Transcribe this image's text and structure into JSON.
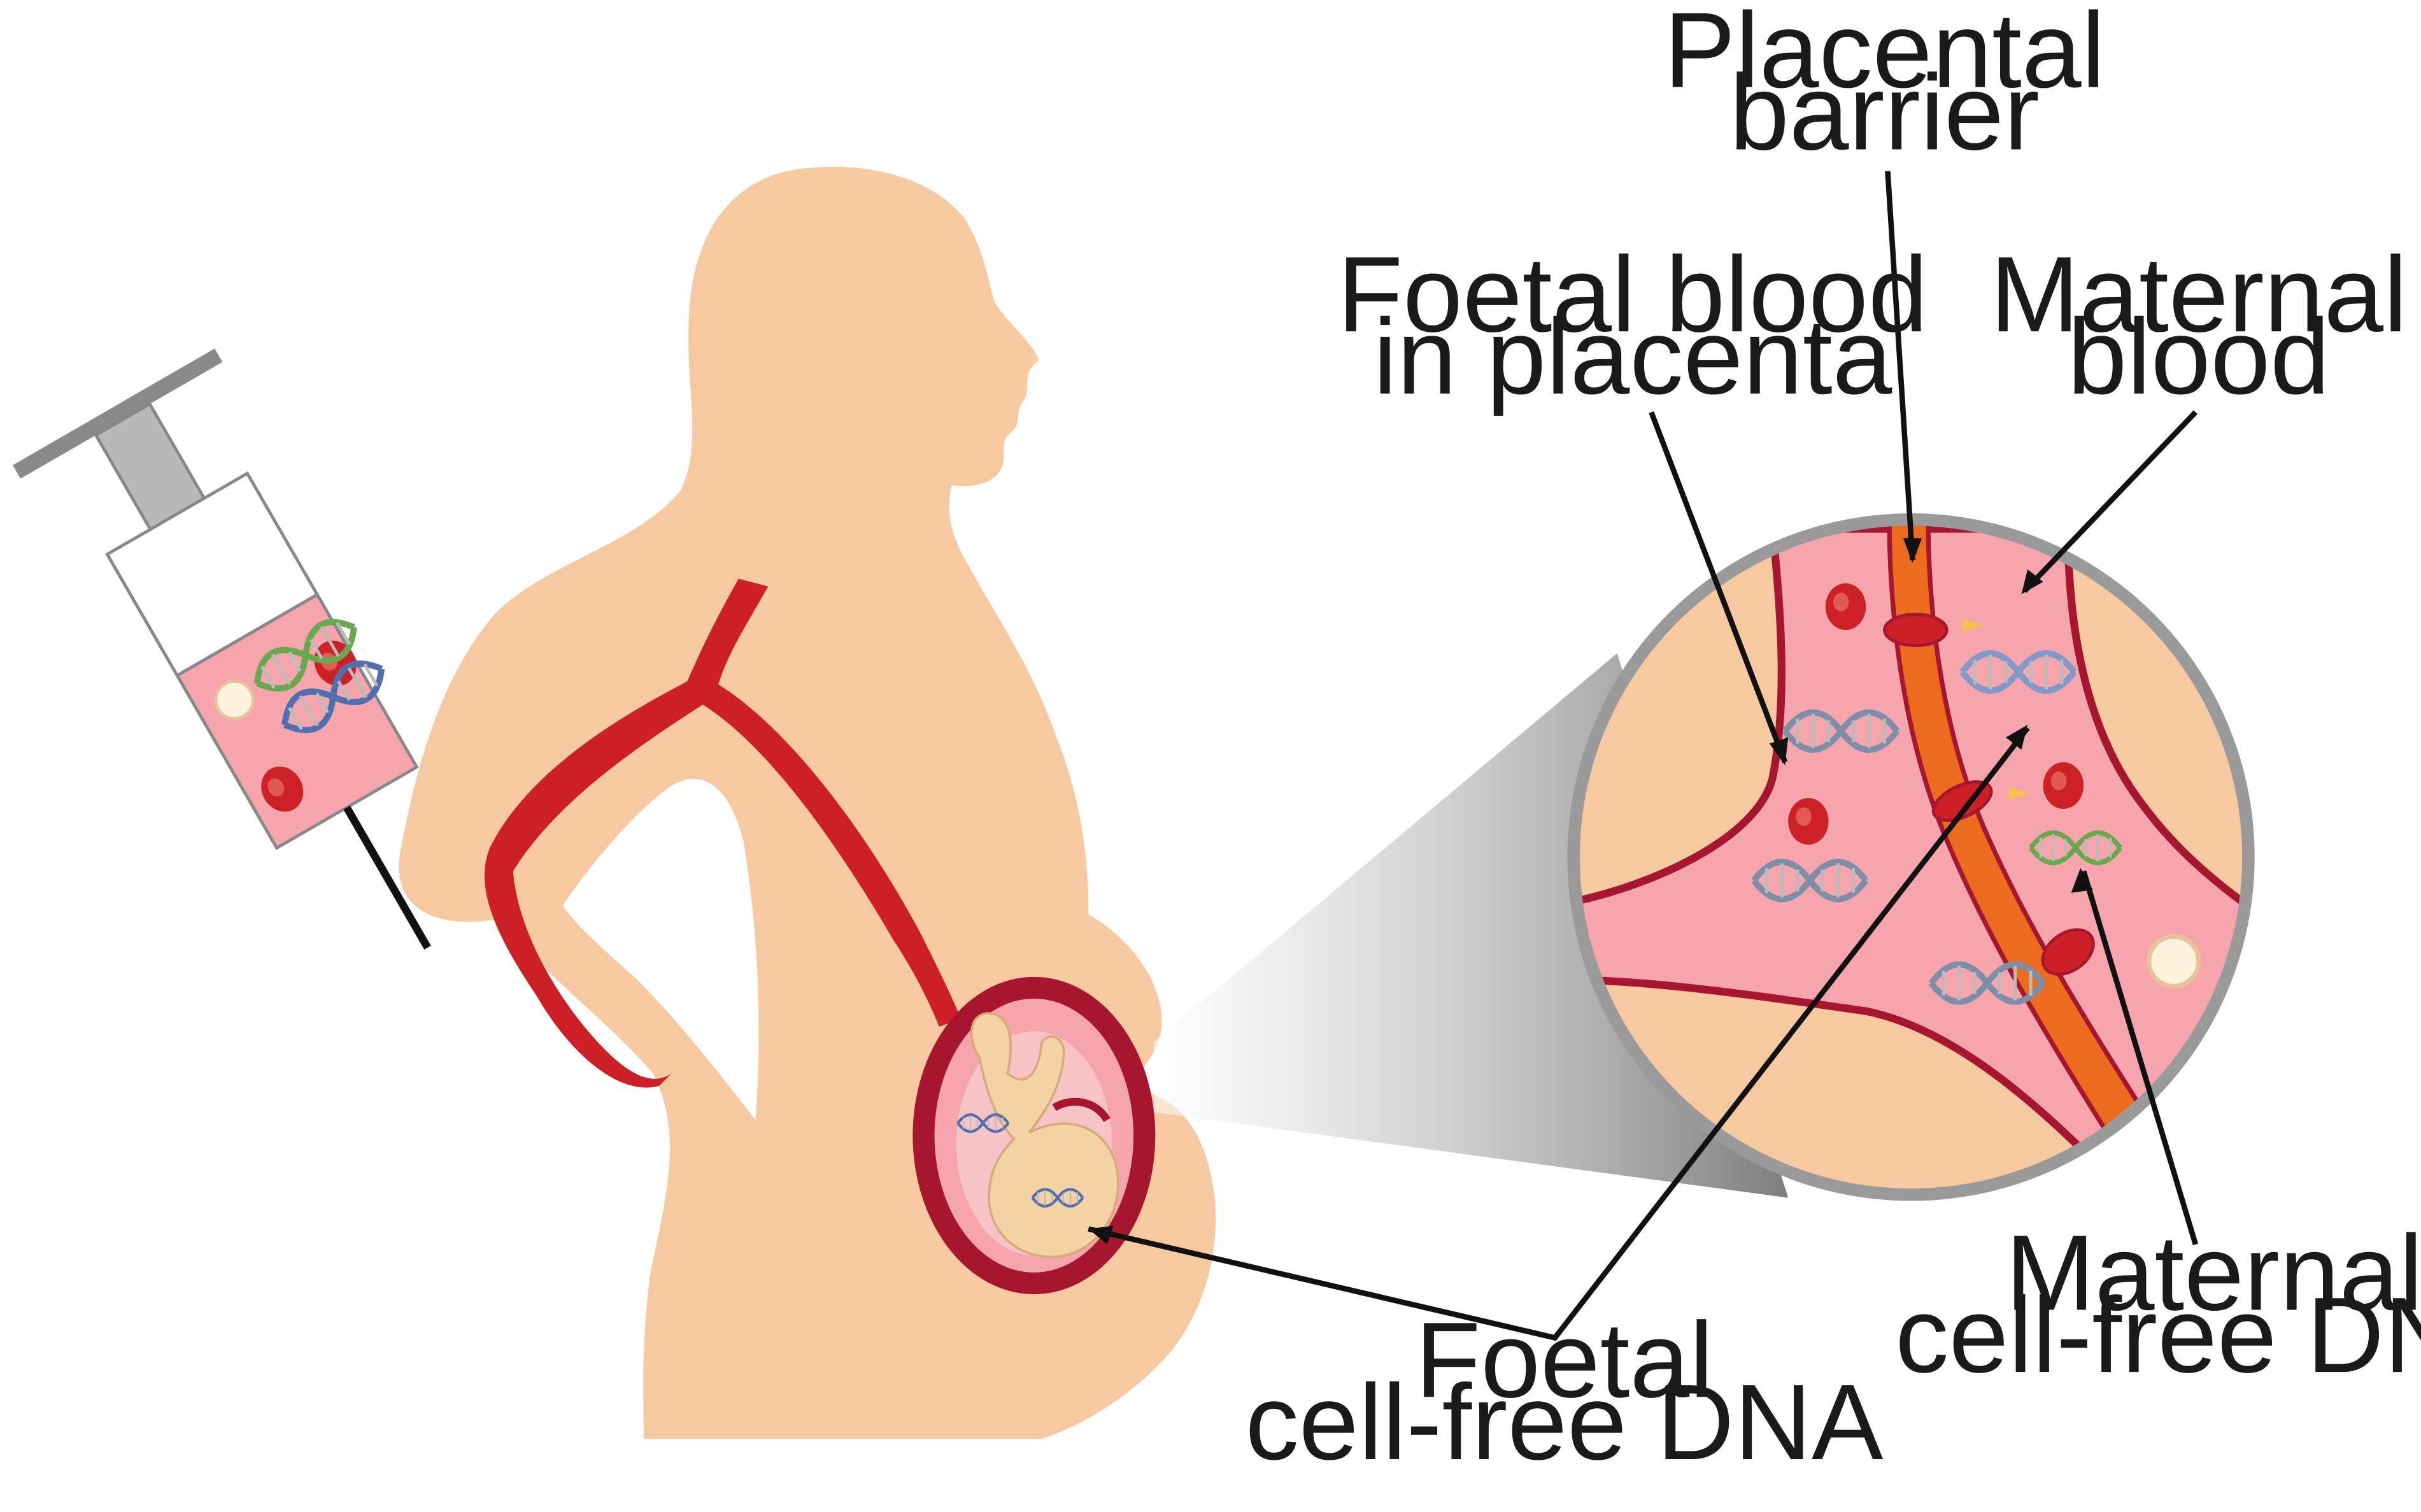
{
  "labels": {
    "placental_barrier": [
      "Placental",
      "barrier"
    ],
    "foetal_blood": [
      "Foetal blood",
      "in placenta"
    ],
    "maternal_blood": [
      "Maternal",
      "blood"
    ],
    "maternal_cfdna": [
      "Maternal",
      "cell-free DNA"
    ],
    "foetal_cfdna": [
      "Foetal",
      "cell-free DNA"
    ]
  },
  "colors": {
    "skin": "#f6c9a1",
    "vessel": "#cc1f26",
    "placenta_pink": "#f6a5ad",
    "barrier_orange": "#ec6b1e",
    "uterus_dark": "#a6162f",
    "zoom_rim": "#9a9a9a",
    "dna_blue": "#7f99c8",
    "dna_green": "#6aa84f"
  }
}
